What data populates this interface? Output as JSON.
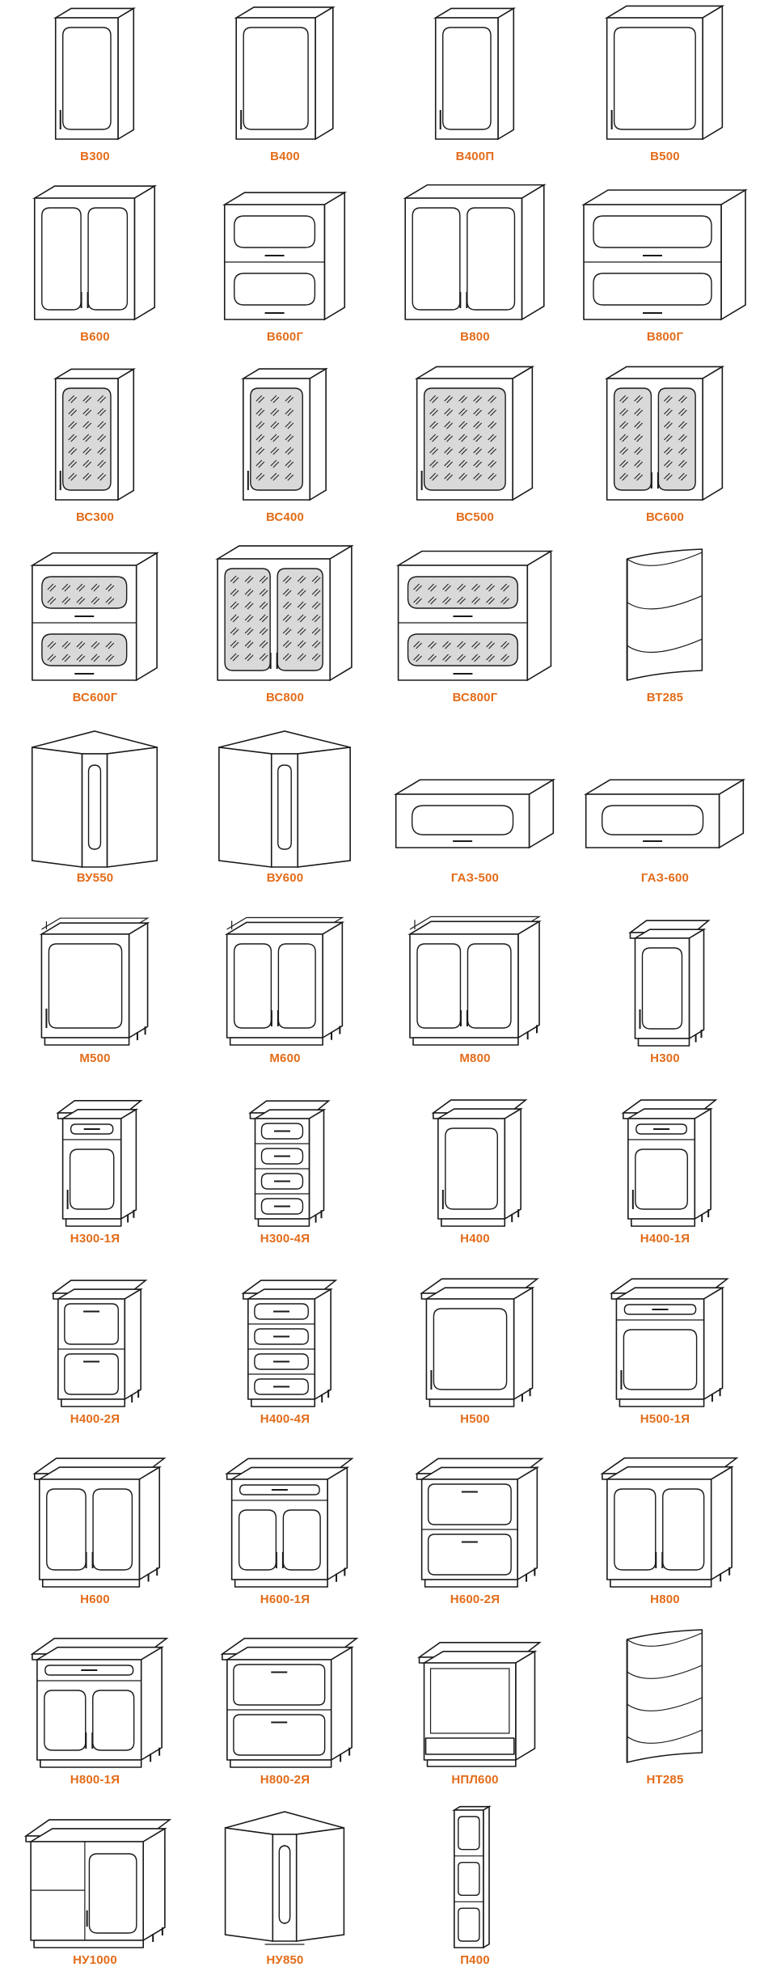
{
  "accent_color": "#e36c1a",
  "columns": 4,
  "cabinets": [
    {
      "label": "В300",
      "type": "wall",
      "w": 0.3,
      "doors": 1,
      "glass": false,
      "drawers": 0
    },
    {
      "label": "В400",
      "type": "wall",
      "w": 0.38,
      "doors": 1,
      "glass": false,
      "drawers": 0
    },
    {
      "label": "В400П",
      "type": "wall",
      "w": 0.3,
      "doors": 1,
      "glass": false,
      "drawers": 0,
      "thin": true
    },
    {
      "label": "В500",
      "type": "wall",
      "w": 0.46,
      "doors": 1,
      "glass": false,
      "drawers": 0
    },
    {
      "label": "В600",
      "type": "wall",
      "w": 0.48,
      "doors": 2,
      "glass": false,
      "drawers": 0
    },
    {
      "label": "В600Г",
      "type": "wallh",
      "w": 0.48,
      "doors": 2,
      "glass": false,
      "drawers": 0
    },
    {
      "label": "В800",
      "type": "wall",
      "w": 0.56,
      "doors": 2,
      "glass": false,
      "drawers": 0
    },
    {
      "label": "В800Г",
      "type": "wallh",
      "w": 0.66,
      "doors": 2,
      "glass": false,
      "drawers": 0
    },
    {
      "label": "ВС300",
      "type": "wall",
      "w": 0.3,
      "doors": 1,
      "glass": true,
      "drawers": 0
    },
    {
      "label": "ВС400",
      "type": "wall",
      "w": 0.32,
      "doors": 1,
      "glass": true,
      "drawers": 0
    },
    {
      "label": "ВС500",
      "type": "wall",
      "w": 0.46,
      "doors": 1,
      "glass": true,
      "drawers": 0
    },
    {
      "label": "ВС600",
      "type": "wall",
      "w": 0.46,
      "doors": 2,
      "glass": true,
      "drawers": 0
    },
    {
      "label": "ВС600Г",
      "type": "wallh",
      "w": 0.5,
      "doors": 2,
      "glass": true,
      "drawers": 0
    },
    {
      "label": "ВС800",
      "type": "wall",
      "w": 0.54,
      "doors": 2,
      "glass": true,
      "drawers": 0
    },
    {
      "label": "ВС800Г",
      "type": "wallh",
      "w": 0.62,
      "doors": 2,
      "glass": true,
      "drawers": 0
    },
    {
      "label": "ВТ285",
      "type": "shelf",
      "w": 0.36,
      "doors": 0,
      "glass": false,
      "drawers": 0
    },
    {
      "label": "ВУ550",
      "type": "corner",
      "w": 0.4,
      "doors": 1,
      "glass": false,
      "drawers": 0
    },
    {
      "label": "ВУ600",
      "type": "corner",
      "w": 0.42,
      "doors": 1,
      "glass": false,
      "drawers": 0
    },
    {
      "label": "ГАЗ-500",
      "type": "gas",
      "w": 0.64,
      "doors": 1,
      "glass": false,
      "drawers": 0
    },
    {
      "label": "ГАЗ-600",
      "type": "gas",
      "w": 0.64,
      "doors": 1,
      "glass": false,
      "drawers": 0
    },
    {
      "label": "М500",
      "type": "sink",
      "w": 0.42,
      "doors": 1,
      "glass": false,
      "drawers": 0
    },
    {
      "label": "М600",
      "type": "sink",
      "w": 0.46,
      "doors": 2,
      "glass": false,
      "drawers": 0
    },
    {
      "label": "М800",
      "type": "sink",
      "w": 0.52,
      "doors": 2,
      "glass": false,
      "drawers": 0
    },
    {
      "label": "Н300",
      "type": "base",
      "w": 0.26,
      "doors": 1,
      "glass": false,
      "drawers": 0
    },
    {
      "label": "Н300-1Я",
      "type": "base",
      "w": 0.28,
      "doors": 1,
      "glass": false,
      "drawers": 1
    },
    {
      "label": "Н300-4Я",
      "type": "base",
      "w": 0.26,
      "doors": 0,
      "glass": false,
      "drawers": 4
    },
    {
      "label": "Н400",
      "type": "base",
      "w": 0.32,
      "doors": 1,
      "glass": false,
      "drawers": 0
    },
    {
      "label": "Н400-1Я",
      "type": "base",
      "w": 0.32,
      "doors": 1,
      "glass": false,
      "drawers": 1
    },
    {
      "label": "Н400-2Я",
      "type": "base",
      "w": 0.32,
      "doors": 0,
      "glass": false,
      "drawers": 2
    },
    {
      "label": "Н400-4Я",
      "type": "base",
      "w": 0.32,
      "doors": 0,
      "glass": false,
      "drawers": 4
    },
    {
      "label": "Н500",
      "type": "base",
      "w": 0.42,
      "doors": 1,
      "glass": false,
      "drawers": 0,
      "bold": true
    },
    {
      "label": "Н500-1Я",
      "type": "base",
      "w": 0.42,
      "doors": 1,
      "glass": false,
      "drawers": 1
    },
    {
      "label": "Н600",
      "type": "base",
      "w": 0.48,
      "doors": 2,
      "glass": false,
      "drawers": 0
    },
    {
      "label": "Н600-1Я",
      "type": "base",
      "w": 0.46,
      "doors": 2,
      "glass": false,
      "drawers": 1
    },
    {
      "label": "Н600-2Я",
      "type": "base",
      "w": 0.46,
      "doors": 0,
      "glass": false,
      "drawers": 2
    },
    {
      "label": "Н800",
      "type": "base",
      "w": 0.5,
      "doors": 2,
      "glass": false,
      "drawers": 0
    },
    {
      "label": "Н800-1Я",
      "type": "base",
      "w": 0.5,
      "doors": 2,
      "glass": false,
      "drawers": 1
    },
    {
      "label": "Н800-2Я",
      "type": "base",
      "w": 0.5,
      "doors": 0,
      "glass": false,
      "drawers": 2
    },
    {
      "label": "НПЛ600",
      "type": "oven",
      "w": 0.44,
      "doors": 0,
      "glass": false,
      "drawers": 0
    },
    {
      "label": "НТ285",
      "type": "shelfb",
      "w": 0.36,
      "doors": 0,
      "glass": false,
      "drawers": 0
    },
    {
      "label": "НУ1000",
      "type": "nu1000",
      "w": 0.54,
      "doors": 1,
      "glass": false,
      "drawers": 0
    },
    {
      "label": "НУ850",
      "type": "cornerb",
      "w": 0.38,
      "doors": 1,
      "glass": false,
      "drawers": 0
    },
    {
      "label": "П400",
      "type": "tall",
      "w": 0.14,
      "doors": 3,
      "glass": false,
      "drawers": 0
    }
  ]
}
